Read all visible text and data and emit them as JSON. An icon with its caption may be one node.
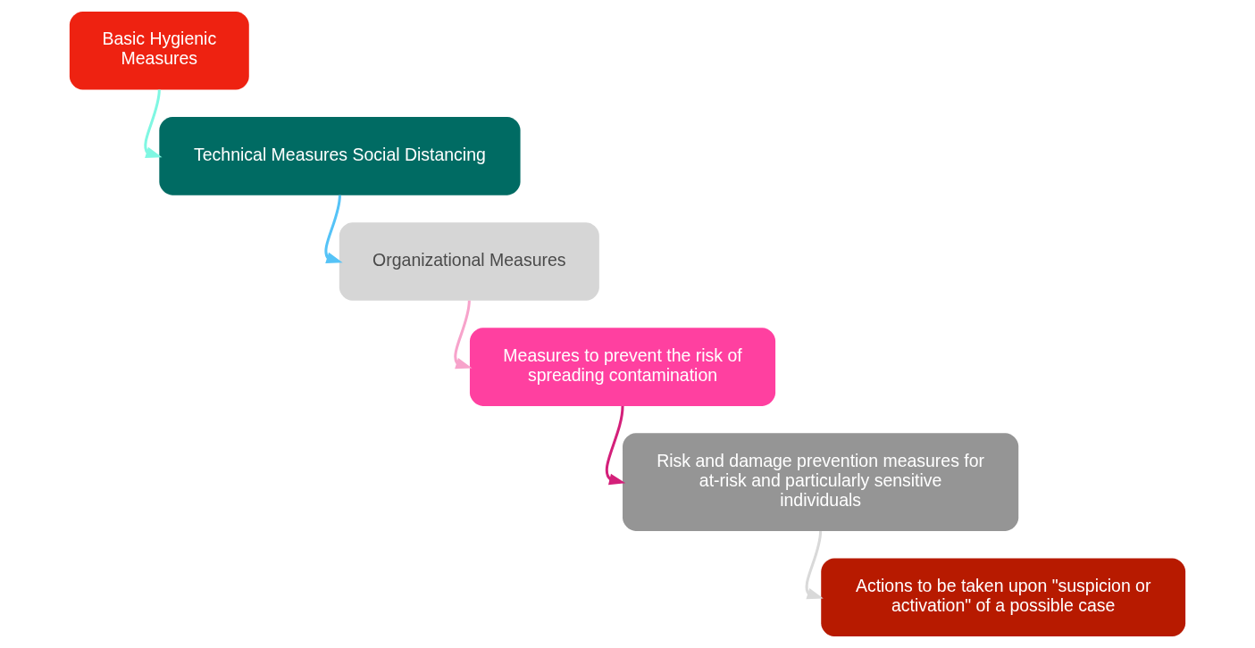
{
  "diagram": {
    "nodes": [
      {
        "text": [
          "Basic Hygienic Measures"
        ]
      },
      {
        "text": [
          "Technical Measures Social Distancing"
        ]
      },
      {
        "text": [
          "Organizational Measures"
        ]
      },
      {
        "text": [
          "Measures to prevent the risk of spreading contamination"
        ]
      },
      {
        "text": [
          "Risk and damage prevention measures for at-risk and particularly sensitive individuals"
        ]
      },
      {
        "text": [
          "Actions to be taken upon \"suspicion or activation\" of a possible case"
        ]
      }
    ],
    "edges": [
      {
        "from": 0,
        "to": 1,
        "arrow": "to",
        "color": "#7ff7e2"
      },
      {
        "from": 1,
        "to": 2,
        "arrow": "to",
        "color": "#55c3f7"
      },
      {
        "from": 2,
        "to": 3,
        "arrow": "to",
        "color": "#f7a3cb"
      },
      {
        "from": 3,
        "to": 4,
        "arrow": "to",
        "color": "#d4207a"
      },
      {
        "from": 4,
        "to": 5,
        "arrow": "to",
        "color": "#d9d9d9"
      }
    ]
  }
}
